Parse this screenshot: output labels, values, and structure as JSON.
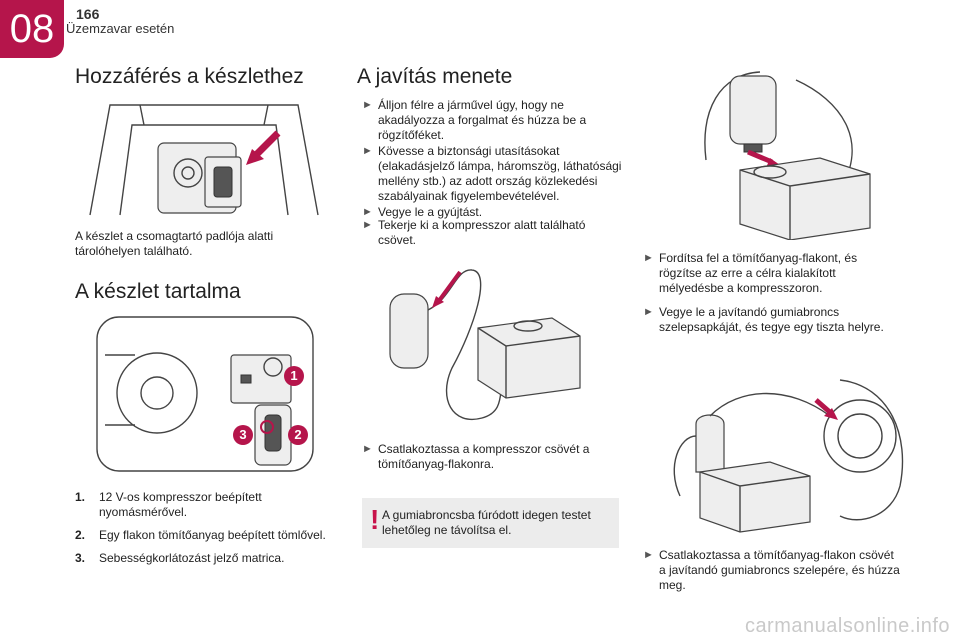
{
  "header": {
    "chapter_number": "08",
    "page_number": "166",
    "chapter_title": "Üzemzavar esetén",
    "accent_color": "#b5154b"
  },
  "access": {
    "title": "Hozzáférés a készlethez",
    "text": "A készlet a csomagtartó padlója alatti tárolóhelyen található."
  },
  "contents": {
    "title": "A készlet tartalma",
    "callouts": [
      "1",
      "2",
      "3"
    ],
    "items": [
      {
        "n": "1.",
        "text": "12 V-os kompresszor beépített nyomásmérővel."
      },
      {
        "n": "2.",
        "text": "Egy flakon tömítőanyag beépített tömlővel."
      },
      {
        "n": "3.",
        "text": "Sebességkorlátozást jelző matrica."
      }
    ]
  },
  "repair": {
    "title": "A javítás menete",
    "steps_a": [
      "Álljon félre a járművel úgy, hogy ne akadályozza a forgalmat és húzza be a rögzítőféket.",
      "Kövesse a biztonsági utasításokat (elakadásjelző lámpa, háromszög, láthatósági mellény stb.) az adott ország közlekedési szabályainak figyelembevételével.",
      "Vegye le a gyújtást."
    ],
    "step_b": "Tekerje ki a kompresszor alatt található csövet.",
    "step_c": "Csatlakoztassa a kompresszor csövét a tömítőanyag-flakonra.",
    "warning": {
      "icon": "!",
      "text": "A gumiabroncsba fúródott idegen testet lehetőleg ne távolítsa el."
    },
    "step_d": "Fordítsa fel a tömítőanyag-flakont, és rögzítse az erre a célra kialakított mélyedésbe a kompresszoron.",
    "step_e": "Vegye le a javítandó gumiabroncs szelepsapkáját, és tegye egy tiszta helyre.",
    "step_f": "Csatlakoztassa a tömítőanyag-flakon csövét a javítandó gumiabroncs szelepére, és húzza meg."
  },
  "footer": {
    "watermark": "carmanualsonline.info"
  }
}
